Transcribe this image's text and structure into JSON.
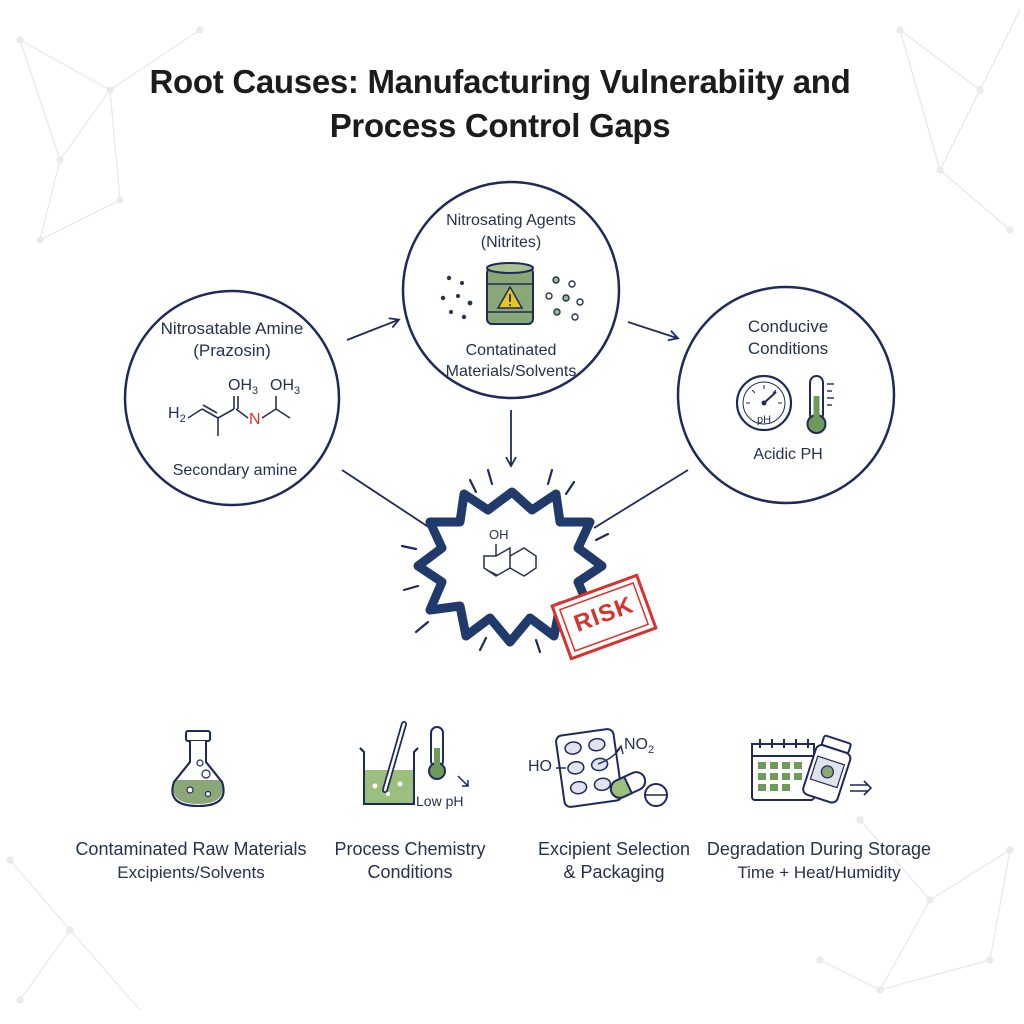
{
  "title": {
    "line1": "Root Causes: Manufacturing Vulnerabiity and",
    "line2": "Process Control Gaps"
  },
  "nodes": {
    "amine": {
      "title_line1": "Nitrosatable Amine",
      "title_line2": "(Prazosin)",
      "caption": "Secondary amine",
      "struct_h2": "H",
      "struct_h2_sub": "2",
      "struct_oh3_a": "OH",
      "struct_oh3_a_sub": "3",
      "struct_oh3_b": "OH",
      "struct_oh3_b_sub": "3",
      "struct_n": "N"
    },
    "agents": {
      "title_line1": "Nitrosating Agents",
      "title_line2": "(Nitrites)",
      "caption_line1": "Contatinated",
      "caption_line2": "Materials/Solvents"
    },
    "conditions": {
      "title_line1": "Conducive",
      "title_line2": "Conditions",
      "gauge_label": "pH",
      "caption": "Acidic PH"
    },
    "risk": {
      "stamp": "RISK",
      "oh_label": "OH"
    }
  },
  "bottom": [
    {
      "icon": "flask-icon",
      "line1": "Contaminated  Raw Materials",
      "line2": "Excipients/Solvents"
    },
    {
      "icon": "beaker-thermometer-icon",
      "line1": "Process Chemistry",
      "line2": "Conditions",
      "icon_label": "Low pH"
    },
    {
      "icon": "pills-icon",
      "line1": "Excipient Selection",
      "line2": "& Packaging",
      "ho_label": "HO",
      "no2_label": "NO",
      "no2_sub": "2"
    },
    {
      "icon": "calendar-bottle-icon",
      "line1": "Degradation During Storage",
      "line2": "Time + Heat/Humidity"
    }
  ],
  "colors": {
    "navy": "#1f2a5a",
    "green": "#6e9a5a",
    "light_green": "#9cbf7e",
    "red": "#d9312b",
    "warning_yellow": "#e7c41f"
  }
}
